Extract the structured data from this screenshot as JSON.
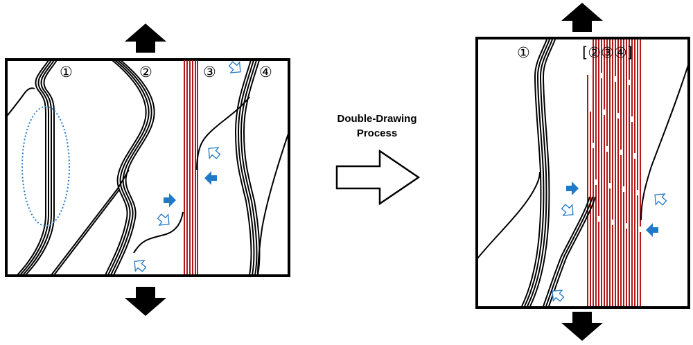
{
  "before": {
    "labels": [
      "①",
      "②",
      "③",
      "④"
    ]
  },
  "process": {
    "line1": "Double-Drawing",
    "line2": "Process"
  },
  "after": {
    "label_1": "①",
    "label_merged": "[②③④]"
  },
  "colors": {
    "red_lines": "#b01818",
    "blue_arrows": "#1f78c8",
    "frame": "#000000"
  }
}
